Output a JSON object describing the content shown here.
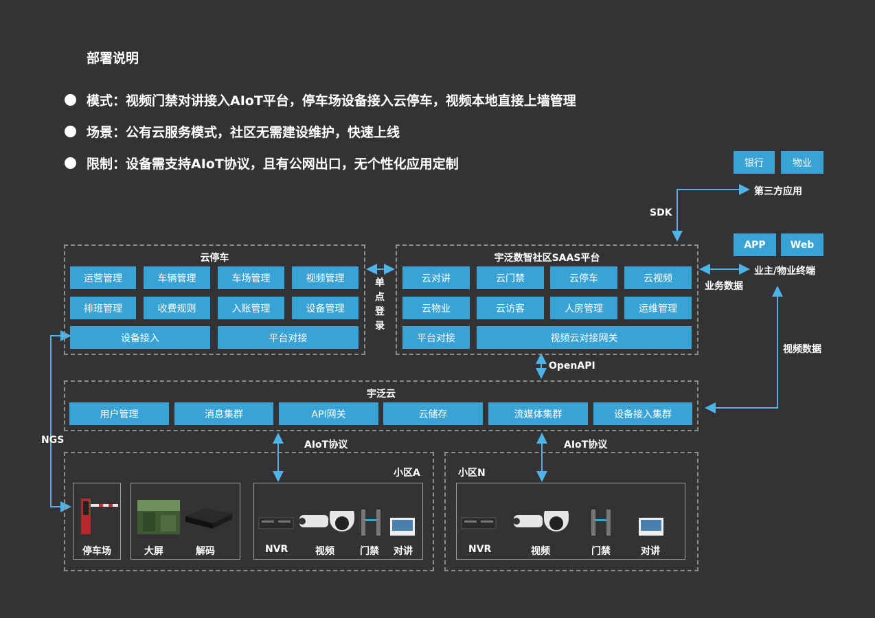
{
  "header": {
    "title": "部署说明"
  },
  "bullets": [
    "模式：视频门禁对讲接入AIoT平台，停车场设备接入云停车，视频本地直接上墙管理",
    "场景：公有云服务模式，社区无需建设维护，快速上线",
    "限制：设备需支持AIoT协议，且有公网出口，无个性化应用定制"
  ],
  "third_party": {
    "bank": "银行",
    "property": "物业",
    "label": "第三方应用",
    "sdk": "SDK"
  },
  "terminals": {
    "app": "APP",
    "web": "Web",
    "label": "业主/物业终端",
    "biz_data": "业务数据",
    "video_data": "视频数据"
  },
  "cloud_parking": {
    "title": "云停车",
    "items": [
      "运营管理",
      "车辆管理",
      "车场管理",
      "视频管理",
      "排班管理",
      "收费规则",
      "入账管理",
      "设备管理"
    ],
    "device_access": "设备接入",
    "platform_link": "平台对接"
  },
  "sso": "单点登录",
  "saas": {
    "title": "宇泛数智社区SAAS平台",
    "items": [
      "云对讲",
      "云门禁",
      "云停车",
      "云视频",
      "云物业",
      "云访客",
      "人房管理",
      "运维管理"
    ],
    "platform_link": "平台对接",
    "video_gateway": "视频云对接网关"
  },
  "openapi": "OpenAPI",
  "cloud": {
    "title": "宇泛云",
    "items": [
      "用户管理",
      "消息集群",
      "API网关",
      "云储存",
      "流媒体集群",
      "设备接入集群"
    ]
  },
  "ngs": "NGS",
  "aiot_protocol": "AIoT协议",
  "community_a": {
    "name": "小区A",
    "parking": "停车场",
    "screen": "大屏",
    "decode": "解码",
    "nvr": "NVR",
    "video": "视频",
    "door": "门禁",
    "intercom": "对讲"
  },
  "community_n": {
    "name": "小区N",
    "nvr": "NVR",
    "video": "视频",
    "door": "门禁",
    "intercom": "对讲"
  },
  "colors": {
    "accent": "#3aa3d6",
    "background": "#333335",
    "dashed": "#8e8e8e"
  }
}
